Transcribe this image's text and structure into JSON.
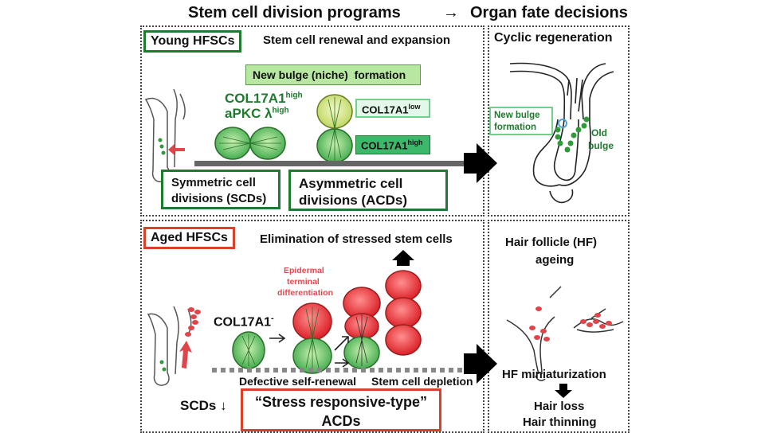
{
  "headers": {
    "left": "Stem cell division programs",
    "arrow": "→",
    "right": "Organ fate decisions"
  },
  "young": {
    "tag": "Young HFSCs",
    "title": "Stem cell renewal and expansion",
    "bulge_formation": "New bulge (niche)  formation",
    "col_high_a": "COL17A1",
    "col_high_a_sup": "high",
    "apkc": "aPKC λ",
    "apkc_sup": "high",
    "col_low": "COL17A1",
    "col_low_sup": "low",
    "col_high_b": "COL17A1",
    "col_high_b_sup": "high",
    "scd_line1": "Symmetric cell",
    "scd_line2": "divisions (SCDs)",
    "acd_line1": "Asymmetric cell",
    "acd_line2": "divisions (ACDs)"
  },
  "cyclic": {
    "title": "Cyclic regeneration",
    "new_bulge": "New bulge formation",
    "old_bulge_1": "Old",
    "old_bulge_2": "bulge"
  },
  "aged": {
    "tag": "Aged HFSCs",
    "title": "Elimination of stressed stem cells",
    "epi_1": "Epidermal",
    "epi_2": "terminal",
    "epi_3": "differentiation",
    "col_neg": "COL17A1",
    "col_neg_sup": "-",
    "defective": "Defective self-renewal",
    "depletion": "Stem cell depletion",
    "scds_down": "SCDs ↓",
    "stress_line1": "“Stress responsive-type”",
    "stress_line2": "ACDs"
  },
  "ageing": {
    "title_1": "Hair follicle (HF)",
    "title_2": "ageing",
    "miniaturization": "HF miniaturization",
    "loss": "Hair loss",
    "thinning": "Hair thinning"
  },
  "colors": {
    "green_dark": "#1e7a2e",
    "green_cell": "#6cc35a",
    "green_box": "#3db86a",
    "red_frame": "#d9412b",
    "red_cell": "#e53a3f",
    "yellow_cell": "#d8e98a"
  }
}
